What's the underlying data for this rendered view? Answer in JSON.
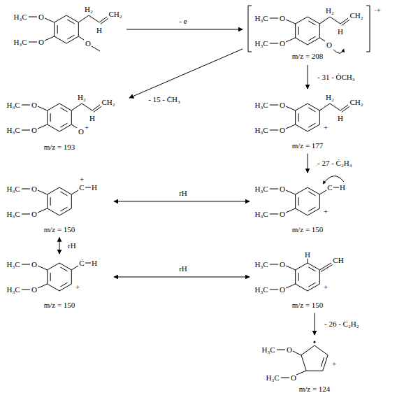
{
  "diagram": {
    "nodes": [
      {
        "text": [
          "H₃C",
          "O",
          "H₃C",
          "O",
          "H₂",
          "CH₂",
          "H",
          "O"
        ]
      },
      {
        "text": [
          "H₃C",
          "O",
          "H₃C",
          "O",
          "H₂",
          "CH₂",
          "H",
          "O",
          "·+",
          "m/z = 208"
        ]
      },
      {
        "text": [
          "H₃C",
          "O",
          "H₃C",
          "O",
          "H₂",
          "CH₂",
          "H",
          "O",
          "+",
          "m/z = 193"
        ]
      },
      {
        "text": [
          "H₃C",
          "O",
          "H₃C",
          "O",
          "+",
          "H₂",
          "CH₂",
          "H",
          "m/z = 177"
        ]
      },
      {
        "text": [
          "H₃C",
          "O",
          "H₃C",
          "O",
          "C",
          "+",
          "H",
          "m/z = 150"
        ]
      },
      {
        "text": [
          "H₃C",
          "O",
          "H₃C",
          "O",
          "C",
          "H",
          "+",
          "m/z = 150"
        ]
      },
      {
        "text": [
          "H₃C",
          "O",
          "H₃C",
          "O",
          "+",
          "Ċ",
          "H",
          "m/z = 150"
        ]
      },
      {
        "text": [
          "H₃C",
          "O",
          "H₃C",
          "O",
          "H",
          "CH",
          "+",
          "m/z = 150"
        ]
      },
      {
        "text": [
          "H₃C",
          "O",
          "H₃C",
          "O",
          "+",
          "m/z = 124"
        ]
      }
    ],
    "edges": [
      {
        "from": 0,
        "to": 1,
        "label": "- e",
        "arrow": "to"
      },
      {
        "from": 1,
        "to": 2,
        "label": "- 15 - ĊH₃",
        "arrow": "to"
      },
      {
        "from": 1,
        "to": 3,
        "label": "- 31 - ȮCH₃",
        "arrow": "to"
      },
      {
        "from": 3,
        "to": 5,
        "label": "- 27 - Ċ₂H₃",
        "arrow": "to"
      },
      {
        "from": 5,
        "to": 4,
        "label": "rH",
        "arrow": "both"
      },
      {
        "from": 4,
        "to": 6,
        "label": "rH",
        "arrow": "both"
      },
      {
        "from": 6,
        "to": 7,
        "label": "rH",
        "arrow": "both"
      },
      {
        "from": 7,
        "to": 8,
        "label": "- 26 - C₂H₂",
        "arrow": "to"
      }
    ]
  }
}
